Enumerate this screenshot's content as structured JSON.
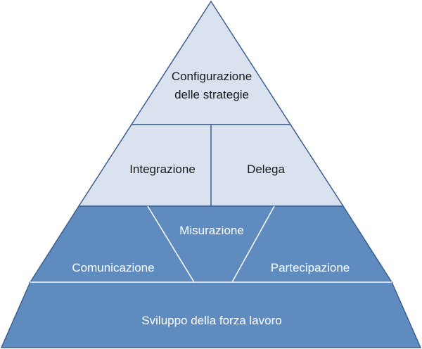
{
  "pyramid": {
    "top": {
      "line1": "Configurazione",
      "line2": "delle strategie"
    },
    "middle": {
      "left": "Integrazione",
      "right": "Delega"
    },
    "lower": {
      "left": "Comunicazione",
      "center": "Misurazione",
      "right": "Partecipazione"
    },
    "base": "Sviluppo della forza lavoro"
  },
  "colors": {
    "light_fill": "#d9e2ee",
    "dark_fill": "#5f8bbf",
    "stroke": "#3c5f8e"
  }
}
